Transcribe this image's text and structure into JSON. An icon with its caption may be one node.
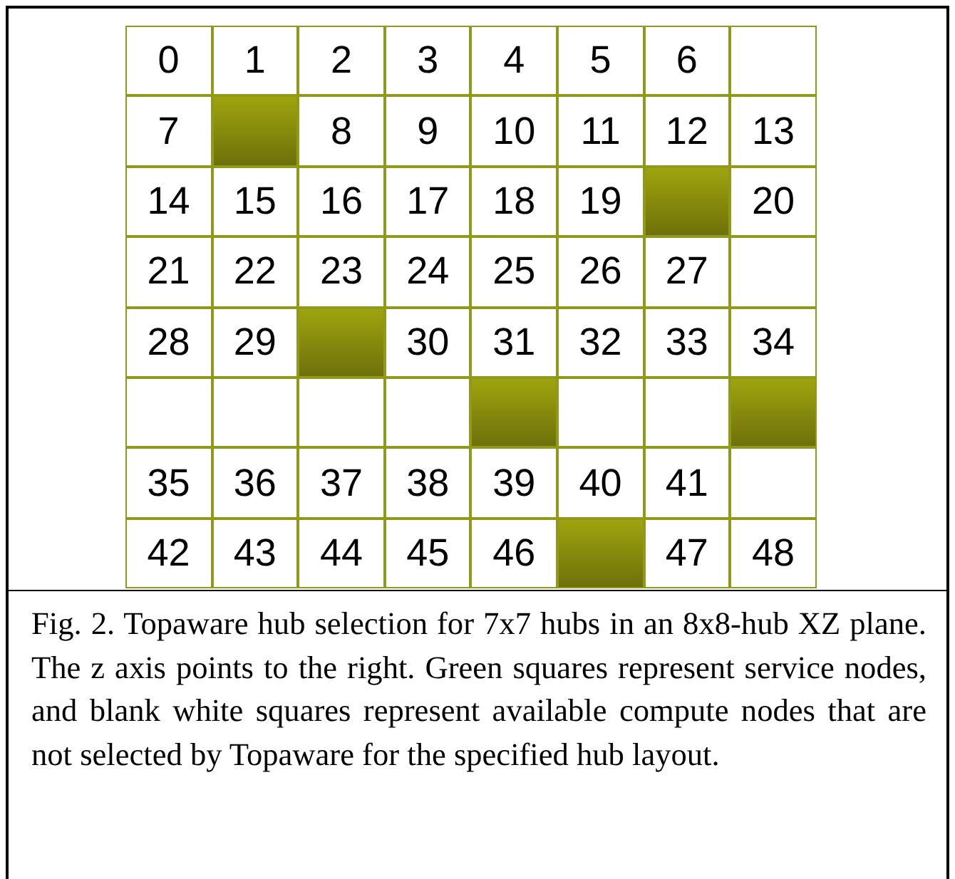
{
  "diagram": {
    "caption": "Fig. 2. Topaware hub selection for 7x7 hubs in an 8x8-hub XZ plane. The z axis points to the right. Green squares represent service nodes, and blank white squares represent available compute nodes that are not selected by Topaware for the specified hub layout.",
    "nodes": [
      {
        "text": [
          "0"
        ]
      },
      {
        "text": [
          "1"
        ]
      },
      {
        "text": [
          "2"
        ]
      },
      {
        "text": [
          "3"
        ]
      },
      {
        "text": [
          "4"
        ]
      },
      {
        "text": [
          "5"
        ]
      },
      {
        "text": [
          "6"
        ]
      },
      {
        "text": [],
        "shape": "box"
      },
      {
        "text": [
          "7"
        ]
      },
      {
        "text": [],
        "shape": "box"
      },
      {
        "text": [
          "8"
        ]
      },
      {
        "text": [
          "9"
        ]
      },
      {
        "text": [
          "10"
        ]
      },
      {
        "text": [
          "11"
        ]
      },
      {
        "text": [
          "12"
        ]
      },
      {
        "text": [
          "13"
        ]
      },
      {
        "text": [
          "14"
        ]
      },
      {
        "text": [
          "15"
        ]
      },
      {
        "text": [
          "16"
        ]
      },
      {
        "text": [
          "17"
        ]
      },
      {
        "text": [
          "18"
        ]
      },
      {
        "text": [
          "19"
        ]
      },
      {
        "text": [],
        "shape": "box"
      },
      {
        "text": [
          "20"
        ]
      },
      {
        "text": [
          "21"
        ]
      },
      {
        "text": [
          "22"
        ]
      },
      {
        "text": [
          "23"
        ]
      },
      {
        "text": [
          "24"
        ]
      },
      {
        "text": [
          "25"
        ]
      },
      {
        "text": [
          "26"
        ]
      },
      {
        "text": [
          "27"
        ]
      },
      {
        "text": [],
        "shape": "box"
      },
      {
        "text": [
          "28"
        ]
      },
      {
        "text": [
          "29"
        ]
      },
      {
        "text": [],
        "shape": "box"
      },
      {
        "text": [
          "30"
        ]
      },
      {
        "text": [
          "31"
        ]
      },
      {
        "text": [
          "32"
        ]
      },
      {
        "text": [
          "33"
        ]
      },
      {
        "text": [
          "34"
        ]
      },
      {
        "text": [],
        "shape": "box"
      },
      {
        "text": [],
        "shape": "box"
      },
      {
        "text": [],
        "shape": "box"
      },
      {
        "text": [],
        "shape": "box"
      },
      {
        "text": [],
        "shape": "box"
      },
      {
        "text": [],
        "shape": "box"
      },
      {
        "text": [],
        "shape": "box"
      },
      {
        "text": [],
        "shape": "box"
      },
      {
        "text": [
          "35"
        ]
      },
      {
        "text": [
          "36"
        ]
      },
      {
        "text": [
          "37"
        ]
      },
      {
        "text": [
          "38"
        ]
      },
      {
        "text": [
          "39"
        ]
      },
      {
        "text": [
          "40"
        ]
      },
      {
        "text": [
          "41"
        ]
      },
      {
        "text": [],
        "shape": "box"
      },
      {
        "text": [
          "42"
        ]
      },
      {
        "text": [
          "43"
        ]
      },
      {
        "text": [
          "44"
        ]
      },
      {
        "text": [
          "45"
        ]
      },
      {
        "text": [
          "46"
        ]
      },
      {
        "text": [],
        "shape": "box"
      },
      {
        "text": [
          "47"
        ]
      },
      {
        "text": [
          "48"
        ]
      }
    ]
  }
}
